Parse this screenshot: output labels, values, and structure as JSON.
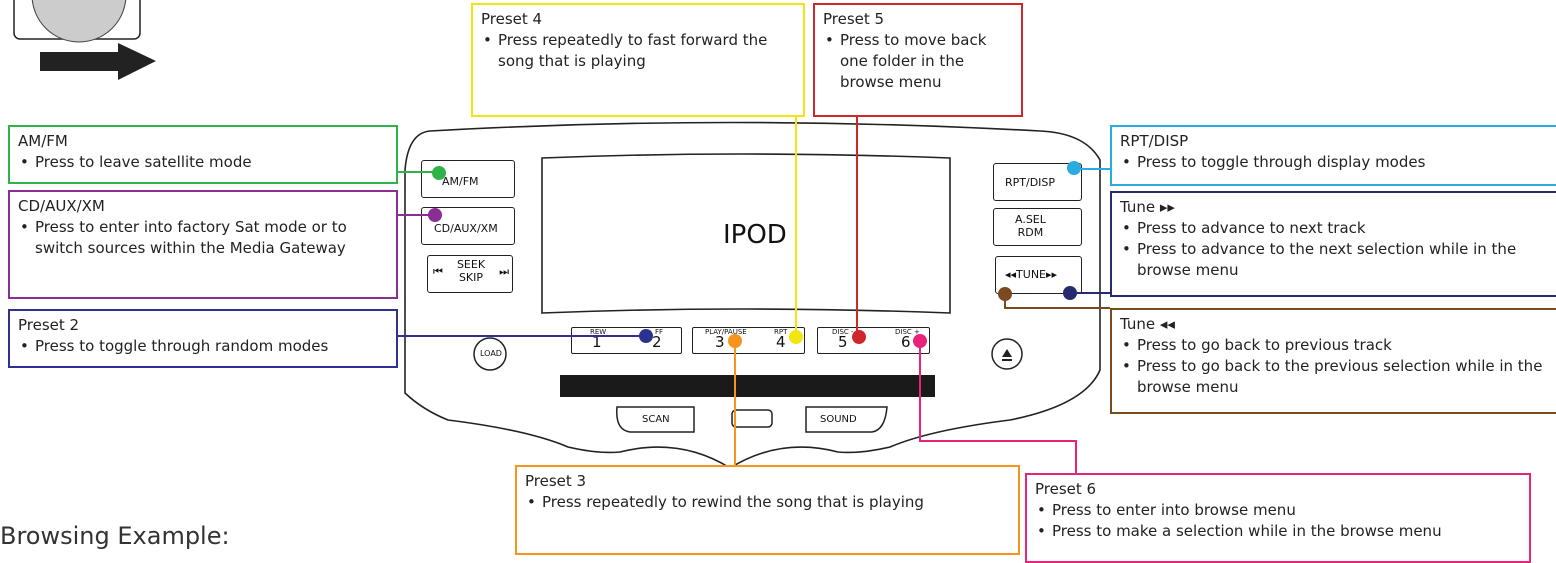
{
  "callouts": {
    "preset4": {
      "title": "Preset 4",
      "lines": [
        "Press repeatedly to fast forward the song that is playing"
      ],
      "color": "#f2e512"
    },
    "preset5": {
      "title": "Preset 5",
      "lines": [
        "Press to move back one folder in the browse menu"
      ],
      "color": "#d0272d"
    },
    "amfm": {
      "title": "AM/FM",
      "lines": [
        "Press to leave satellite mode"
      ],
      "color": "#2db34a"
    },
    "cdauxxm": {
      "title": "CD/AUX/XM",
      "lines": [
        "Press to enter into factory Sat mode or to switch sources within the Media Gateway"
      ],
      "color": "#8c2d94"
    },
    "preset2": {
      "title": "Preset 2",
      "lines": [
        "Press to toggle through random modes"
      ],
      "color": "#2e3192"
    },
    "rptdisp": {
      "title": "RPT/DISP",
      "lines": [
        "Press to toggle through display modes"
      ],
      "color": "#29aae1"
    },
    "tunefwd": {
      "title": "Tune ▸▸",
      "lines": [
        "Press to advance to next track",
        "Press to advance to the next selection while in the browse menu"
      ],
      "color": "#262a6e"
    },
    "tuneback": {
      "title": "Tune ◂◂",
      "lines": [
        "Press to go back to previous track",
        "Press to go back to the previous selection while in the browse menu"
      ],
      "color": "#7a4a1e"
    },
    "preset3": {
      "title": "Preset 3",
      "lines": [
        "Press repeatedly to rewind the song that is playing"
      ],
      "color": "#f7941d"
    },
    "preset6": {
      "title": "Preset 6",
      "lines": [
        "Press to enter into browse menu",
        "Press to make a selection while in the browse menu"
      ],
      "color": "#e8237a"
    }
  },
  "radio": {
    "display_text": "IPOD",
    "buttons": {
      "amfm": "AM/FM",
      "cdauxxm": "CD/AUX/XM",
      "seek": "SEEK",
      "skip": "SKIP",
      "rptdisp": "RPT/DISP",
      "asel": "A.SEL",
      "rdm": "RDM",
      "tune": "TUNE",
      "load": "LOAD",
      "scan": "SCAN",
      "sound": "SOUND"
    },
    "presets": [
      {
        "num": "1",
        "sub": "REW"
      },
      {
        "num": "2",
        "sub": "FF"
      },
      {
        "num": "3",
        "sub": "PLAY/PAUSE"
      },
      {
        "num": "4",
        "sub": "RPT"
      },
      {
        "num": "5",
        "sub": "DISC -"
      },
      {
        "num": "6",
        "sub": "DISC +"
      }
    ]
  },
  "heading": "Browsing Example:"
}
